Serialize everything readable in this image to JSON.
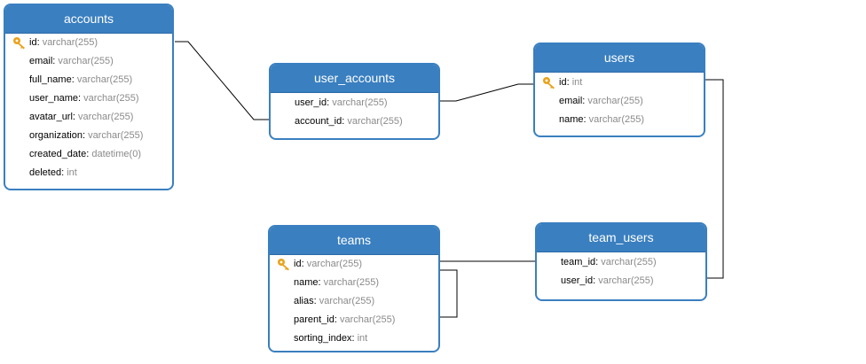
{
  "colors": {
    "header_bg": "#3a7fc0",
    "border": "#3a7fc0",
    "type_text": "#8a8a8a",
    "key_icon": "#e8a31c",
    "connector": "#000000"
  },
  "tables": {
    "accounts": {
      "title": "accounts",
      "fields": [
        {
          "name": "id",
          "type": "varchar(255)",
          "icon": "key-icon"
        },
        {
          "name": "email",
          "type": "varchar(255)"
        },
        {
          "name": "full_name",
          "type": "varchar(255)"
        },
        {
          "name": "user_name",
          "type": "varchar(255)"
        },
        {
          "name": "avatar_url",
          "type": "varchar(255)"
        },
        {
          "name": "organization",
          "type": "varchar(255)"
        },
        {
          "name": "created_date",
          "type": "datetime(0)"
        },
        {
          "name": "deleted",
          "type": "int"
        }
      ]
    },
    "user_accounts": {
      "title": "user_accounts",
      "fields": [
        {
          "name": "user_id",
          "type": "varchar(255)"
        },
        {
          "name": "account_id",
          "type": "varchar(255)"
        }
      ]
    },
    "users": {
      "title": "users",
      "fields": [
        {
          "name": "id",
          "type": "int",
          "icon": "key-icon"
        },
        {
          "name": "email",
          "type": "varchar(255)"
        },
        {
          "name": "name",
          "type": "varchar(255)"
        }
      ]
    },
    "teams": {
      "title": "teams",
      "fields": [
        {
          "name": "id",
          "type": "varchar(255)",
          "icon": "key-icon"
        },
        {
          "name": "name",
          "type": "varchar(255)"
        },
        {
          "name": "alias",
          "type": "varchar(255)"
        },
        {
          "name": "parent_id",
          "type": "varchar(255)"
        },
        {
          "name": "sorting_index",
          "type": "int"
        }
      ]
    },
    "team_users": {
      "title": "team_users",
      "fields": [
        {
          "name": "team_id",
          "type": "varchar(255)"
        },
        {
          "name": "user_id",
          "type": "varchar(255)"
        }
      ]
    }
  }
}
